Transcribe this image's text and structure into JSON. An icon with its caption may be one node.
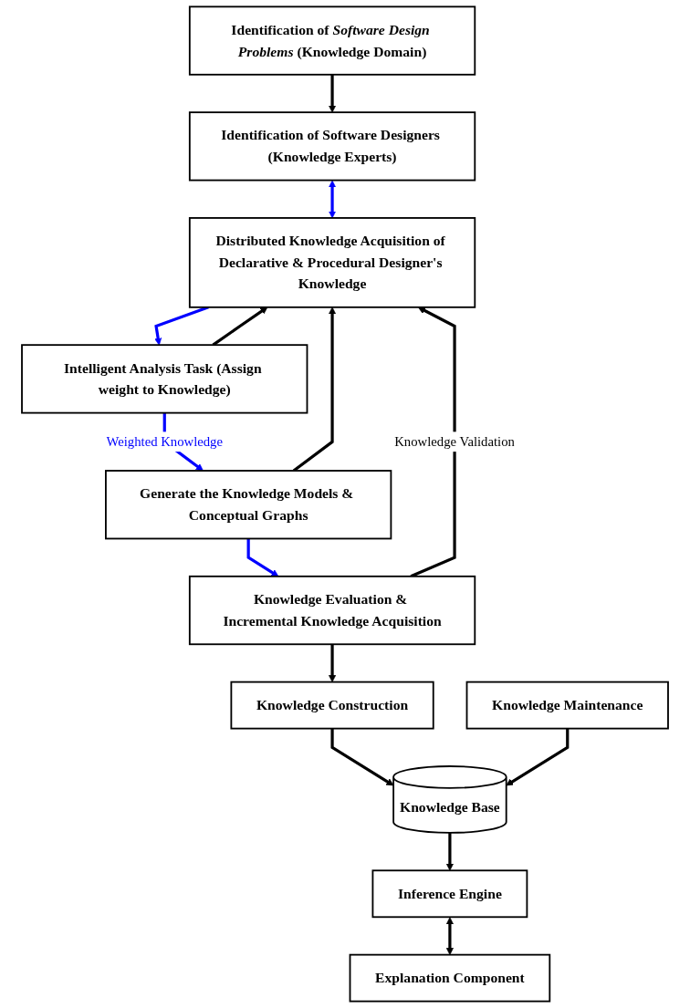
{
  "diagram": {
    "nodes": [
      {
        "text": [
          "Identification of *Software Design Problems* (Knowledge Domain)"
        ]
      },
      {
        "text": [
          "Identification of Software Designers (Knowledge Experts)"
        ]
      },
      {
        "text": [
          "Distributed Knowledge Acquisition of Declarative & Procedural Designer's Knowledge"
        ]
      },
      {
        "text": [
          "Intelligent Analysis Task (Assign weight to Knowledge)"
        ]
      },
      {
        "text": [
          "Generate the Knowledge Models & Conceptual Graphs"
        ]
      },
      {
        "text": [
          "Knowledge Evaluation & Incremental Knowledge Acquisition"
        ]
      },
      {
        "text": [
          "Knowledge Construction"
        ]
      },
      {
        "text": [
          "Knowledge Base"
        ]
      },
      {
        "text": [
          "Knowledge Maintenance"
        ]
      },
      {
        "text": [
          "Inference Engine"
        ]
      },
      {
        "text": [
          "Explanation Component"
        ]
      }
    ],
    "edges": [
      {
        "from": 0,
        "to": 1,
        "arrow": "to"
      },
      {
        "from": 1,
        "to": 2,
        "arrow": "both",
        "color": "#0000ff"
      },
      {
        "from": 2,
        "to": 3,
        "arrow": "to",
        "color": "#0000ff"
      },
      {
        "from": 3,
        "to": 4,
        "arrow": "to",
        "label": "Weighted Knowledge",
        "color": "#0000ff"
      },
      {
        "from": 4,
        "to": 5,
        "arrow": "to",
        "color": "#0000ff"
      },
      {
        "from": 3,
        "to": 2,
        "arrow": "to"
      },
      {
        "from": 4,
        "to": 2,
        "arrow": "to"
      },
      {
        "from": 5,
        "to": 2,
        "arrow": "to",
        "label": "Knowledge Validation"
      },
      {
        "from": 5,
        "to": 6,
        "arrow": "to"
      },
      {
        "from": 6,
        "to": 7,
        "arrow": "to"
      },
      {
        "from": 8,
        "to": 7,
        "arrow": "to"
      },
      {
        "from": 7,
        "to": 9,
        "arrow": "to"
      },
      {
        "from": 9,
        "to": 10,
        "arrow": "both"
      }
    ]
  }
}
